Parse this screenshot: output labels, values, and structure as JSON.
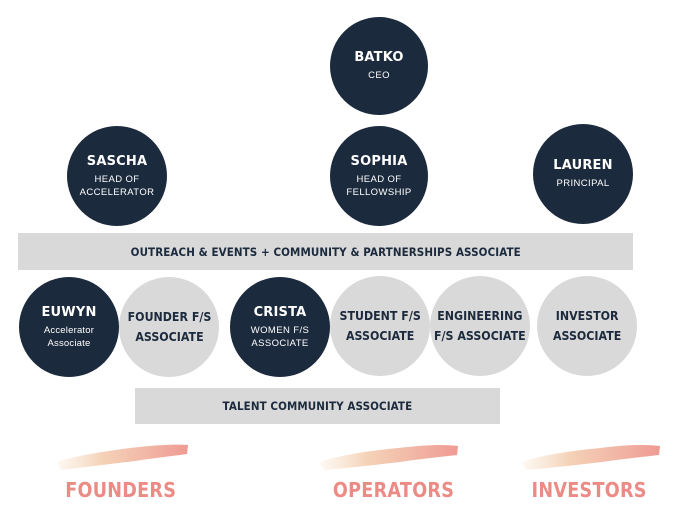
{
  "top": {
    "batko": {
      "name": "BATKO",
      "role": "CEO"
    },
    "sascha": {
      "name": "SASCHA",
      "role": "HEAD OF\nACCELERATOR"
    },
    "sophia": {
      "name": "SOPHIA",
      "role": "HEAD OF\nFELLOWSHIP"
    },
    "lauren": {
      "name": "LAUREN",
      "role": "PRINCIPAL"
    }
  },
  "bars": {
    "outreach": "OUTREACH & EVENTS + COMMUNITY & PARTNERSHIPS ASSOCIATE",
    "talent": "TALENT COMMUNITY ASSOCIATE"
  },
  "row": {
    "euwyn": {
      "name": "EUWYN",
      "role": "Accelerator\nAssociate"
    },
    "founder": "FOUNDER F/S\nASSOCIATE",
    "crista": {
      "name": "CRISTA",
      "role": "WOMEN F/S\nASSOCIATE"
    },
    "student": "STUDENT F/S\nASSOCIATE",
    "engineering": "ENGINEERING\nF/S ASSOCIATE",
    "investor": "INVESTOR\nASSOCIATE"
  },
  "categories": {
    "founders": "FOUNDERS",
    "operators": "OPERATORS",
    "investors": "INVESTORS"
  },
  "colors": {
    "dark": "#1c2a3d",
    "light": "#d9d9d9",
    "accent": "#ec8a85"
  }
}
